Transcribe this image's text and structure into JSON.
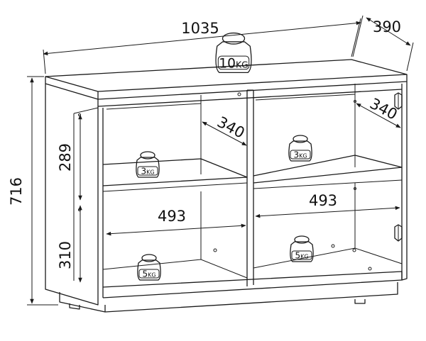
{
  "dimensions": {
    "width": "1035",
    "depth": "390",
    "height": "716",
    "upper_shelf_height": "289",
    "lower_shelf_height": "310",
    "compartment_width_left": "493",
    "compartment_width_right": "493",
    "shelf_depth_left": "340",
    "shelf_depth_right": "340"
  },
  "weights": {
    "top": {
      "num": "10",
      "unit": "KG"
    },
    "left_upper": {
      "num": "3",
      "unit": "KG"
    },
    "right_upper": {
      "num": "3",
      "unit": "KG"
    },
    "left_lower": {
      "num": "5",
      "unit": "KG"
    },
    "right_lower": {
      "num": "5",
      "unit": "KG"
    }
  }
}
